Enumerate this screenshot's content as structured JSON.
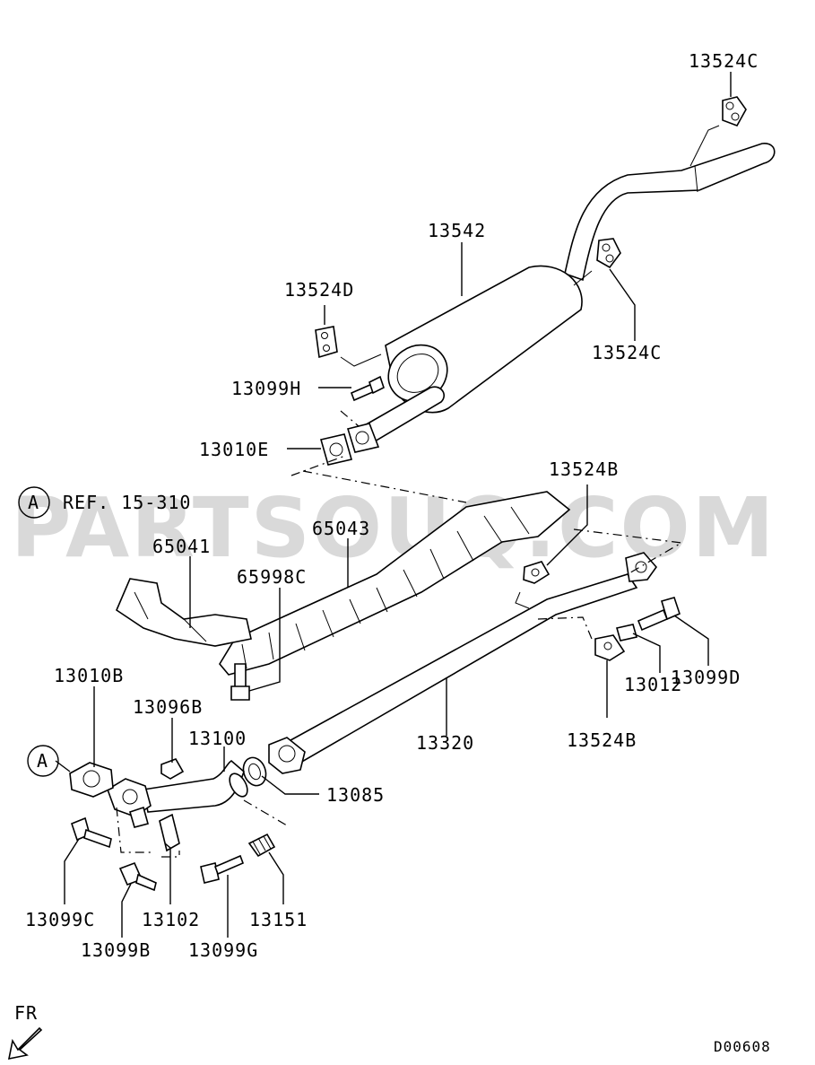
{
  "watermark": "PARTSOUQ.COM",
  "reference": {
    "circle_letter": "A",
    "text": "REF. 15-310"
  },
  "callout_circle_letter": "A",
  "direction_label": "FR",
  "diagram_code": "D00608",
  "parts": {
    "p13524C_top": "13524C",
    "p13542": "13542",
    "p13524D": "13524D",
    "p13524C_mid": "13524C",
    "p13099H": "13099H",
    "p13010E": "13010E",
    "p13524B_top": "13524B",
    "p65043": "65043",
    "p65041": "65041",
    "p65998C": "65998C",
    "p13010B": "13010B",
    "p13096B": "13096B",
    "p13100": "13100",
    "p13320": "13320",
    "p13099D": "13099D",
    "p13012": "13012",
    "p13524B_bottom": "13524B",
    "p13085": "13085",
    "p13099C": "13099C",
    "p13102": "13102",
    "p13151": "13151",
    "p13099B": "13099B",
    "p13099G": "13099G"
  }
}
